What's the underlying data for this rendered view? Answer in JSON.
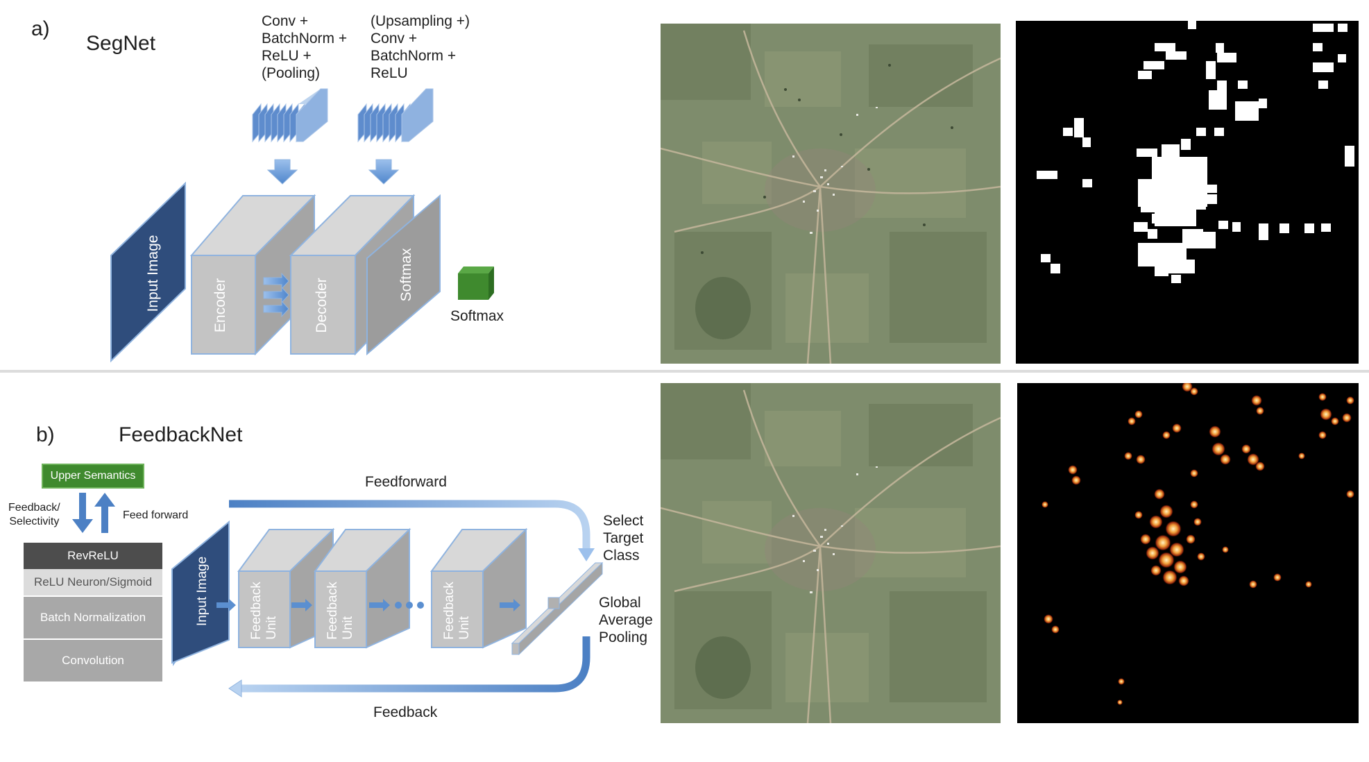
{
  "panel_a": {
    "tag": "a)",
    "title": "SegNet",
    "encoder_layers_label": [
      "Conv +",
      "BatchNorm +",
      "ReLU +",
      "(Pooling)"
    ],
    "decoder_layers_label": [
      "(Upsampling +)",
      "Conv +",
      "BatchNorm +",
      "ReLU"
    ],
    "input_label": "Input Image",
    "encoder_label": "Encoder",
    "decoder_label": "Decoder",
    "softmax_layer_label": "Softmax",
    "softmax_output_label": "Softmax"
  },
  "panel_b": {
    "tag": "b)",
    "title": "FeedbackNet",
    "upper_semantics": "Upper Semantics",
    "feedback_selectivity": [
      "Feedback/",
      "Selectivity"
    ],
    "feed_forward": "Feed forward",
    "unit_stack": [
      "RevReLU",
      "ReLU Neuron/Sigmoid",
      "Batch Normalization",
      "Convolution"
    ],
    "input_label": "Input Image",
    "feedback_unit_label": [
      "Feedback",
      "Unit"
    ],
    "feedforward_label": "Feedforward",
    "feedback_label": "Feedback",
    "select_target_class": [
      "Select",
      "Target",
      "Class"
    ],
    "global_average_pooling": [
      "Global",
      "Average",
      "Pooling"
    ]
  },
  "colors": {
    "dark_blue": "#2e4b78",
    "arrow_blue": "#5b8fd0",
    "grey_block": "#c7c7c7",
    "green": "#3f8a2e",
    "stack_dark": "#4d4d4d",
    "stack_light": "#d9d9d9",
    "stack_mid": "#a8a8a8"
  }
}
